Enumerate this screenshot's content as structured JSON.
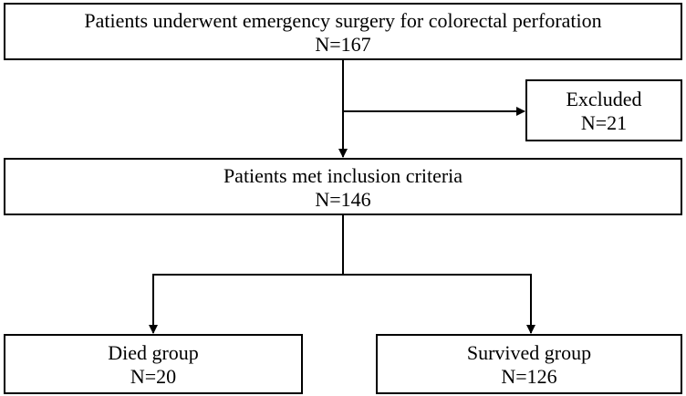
{
  "nodes": {
    "top": {
      "title": "Patients underwent emergency surgery for colorectal perforation",
      "count": "N=167"
    },
    "excluded": {
      "title": "Excluded",
      "count": "N=21"
    },
    "included": {
      "title": "Patients met inclusion criteria",
      "count": "N=146"
    },
    "died": {
      "title": "Died group",
      "count": "N=20"
    },
    "survived": {
      "title": "Survived group",
      "count": "N=126"
    }
  },
  "colors": {
    "line": "#000000",
    "box_border": "#000000",
    "background": "#ffffff"
  }
}
